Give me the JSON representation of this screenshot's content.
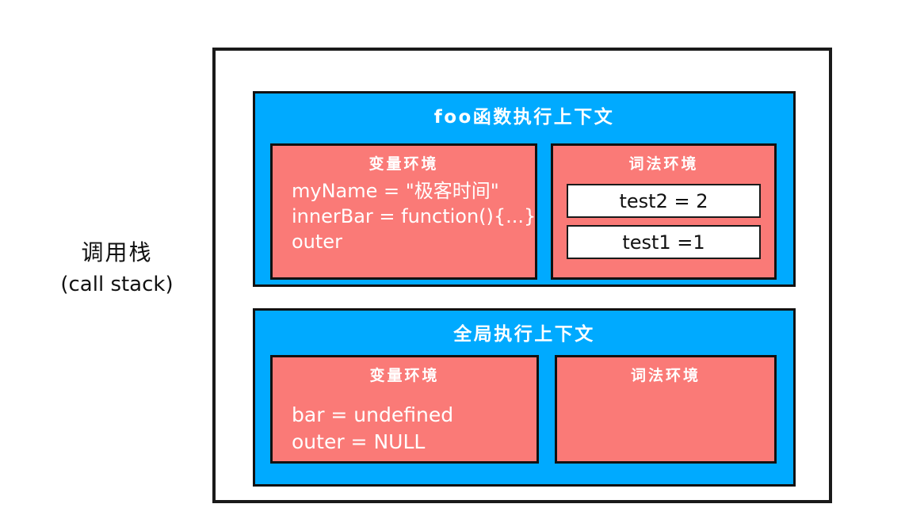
{
  "caption": {
    "cn": "调用栈",
    "en": "(call stack)"
  },
  "colors": {
    "execution_context": "#00AAFF",
    "environment": "#FA7A77",
    "chip": "#FFFFFF",
    "stroke": "#111111",
    "page_background": "#FFFFFF"
  },
  "diagram": {
    "type": "call-stack",
    "frames": [
      {
        "id": "foo-context",
        "title": "foo函数执行上下文",
        "variable_environment": {
          "title": "变量环境",
          "entries": [
            "myName = \"极客时间\"",
            "innerBar = function(){...}",
            "outer"
          ]
        },
        "lexical_environment": {
          "title": "词法环境",
          "chips": [
            "test2 = 2",
            "test1 =1"
          ]
        }
      },
      {
        "id": "global-context",
        "title": "全局执行上下文",
        "variable_environment": {
          "title": "变量环境",
          "entries": [
            "bar =  undefined",
            "outer = NULL"
          ]
        },
        "lexical_environment": {
          "title": "词法环境",
          "chips": []
        }
      }
    ]
  }
}
